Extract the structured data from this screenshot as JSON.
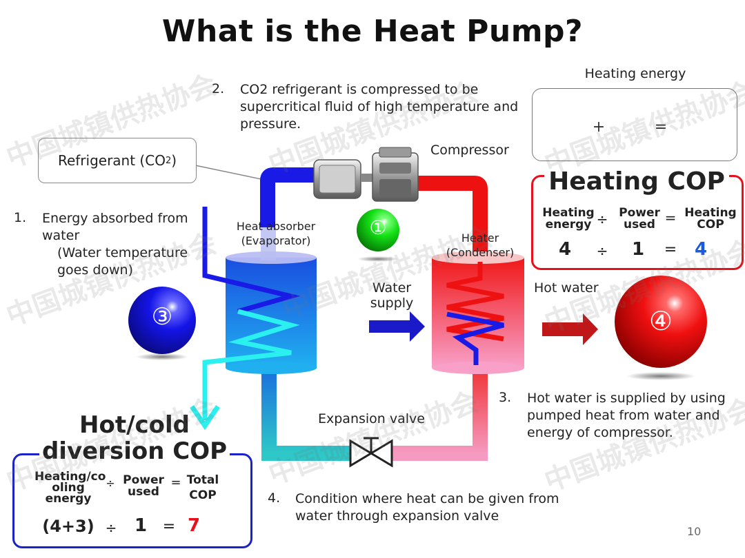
{
  "title": "What is the Heat Pump?",
  "step2": {
    "num": "2.",
    "line1": "CO2 refrigerant is compressed to be",
    "line2": "supercritical fluid of high temperature and",
    "line3": "pressure."
  },
  "refrigerant_callout": {
    "text": "Refrigerant (CO",
    "sub": "2",
    "close": ")"
  },
  "compressor_label": "Compressor",
  "step1": {
    "num": "1.",
    "line1": "Energy absorbed from",
    "line2": "water",
    "line3": "(Water temperature",
    "line4": "goes down)"
  },
  "absorber": {
    "line1": "Heat absorber",
    "line2": "(Evaporator)"
  },
  "heater": {
    "line1": "Heater",
    "line2": "(Condenser)"
  },
  "water_supply": {
    "line1": "Water",
    "line2": "supply"
  },
  "hot_water": "Hot water",
  "expansion_valve": "Expansion valve",
  "step3": {
    "num": "3.",
    "line1": "Hot water is supplied by using",
    "line2": "pumped heat  from water and",
    "line3": "energy of compressor."
  },
  "step4": {
    "num": "4.",
    "line1": "Condition where heat can be given from",
    "line2": "water through expansion valve"
  },
  "balls": {
    "one": "①",
    "three": "③",
    "four": "④"
  },
  "heating_energy": {
    "label": "Heating energy",
    "plus": "+",
    "equals": "="
  },
  "heating_cop": {
    "title": "Heating COP",
    "h1a": "Heating",
    "h1b": "energy",
    "div": "÷",
    "h2a": "Power",
    "h2b": "used",
    "eq": "=",
    "h3a": "Heating",
    "h3b": "COP",
    "v1": "4",
    "v2": "1",
    "v3": "4"
  },
  "diversion_cop": {
    "title1": "Hot/cold",
    "title2": "diversion COP",
    "h1a": "Heating/co",
    "h1b": "oling",
    "h1c": "energy",
    "div": "÷",
    "h2a": "Power",
    "h2b": "used",
    "eq": "=",
    "h3a": "Total",
    "h3b": "COP",
    "v1": "(4+3)",
    "v2": "1",
    "v3": "7"
  },
  "page_number": "10",
  "watermark": "中国城镇供热协会",
  "colors": {
    "red": "#ee1111",
    "blue": "#1a1ae6",
    "green": "#10e010",
    "accent_blue": "#1a5ae0",
    "accent_red": "#e8101a",
    "teal": "#2ec8c8",
    "pink": "#f59ac0"
  }
}
